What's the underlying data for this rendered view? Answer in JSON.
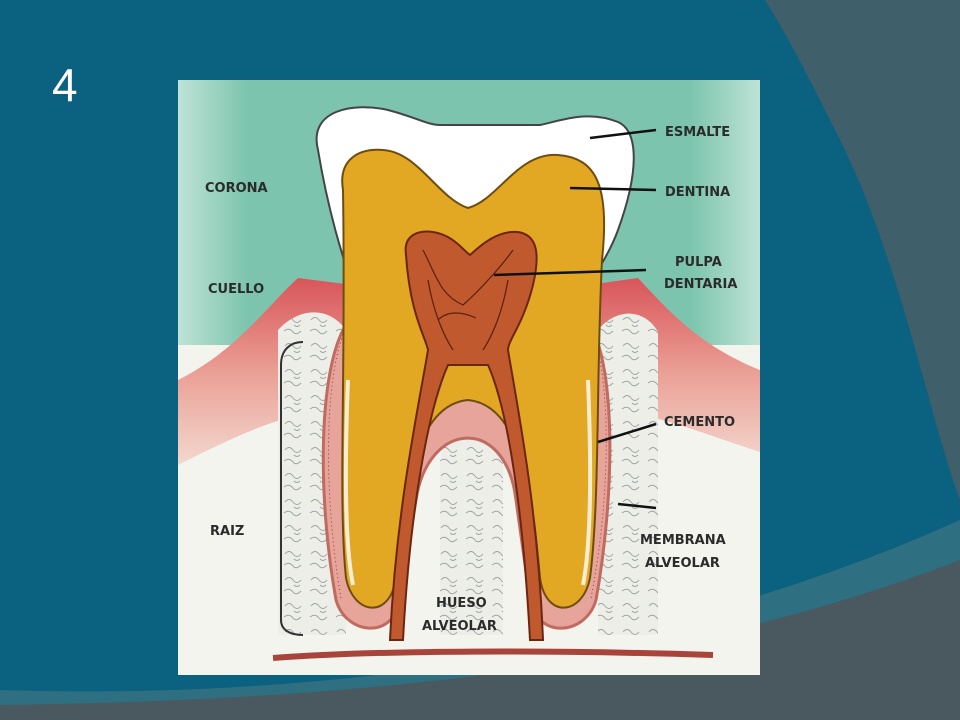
{
  "slide": {
    "number": "4"
  },
  "diagram": {
    "labels": {
      "corona": "CORONA",
      "cuello": "CUELLO",
      "raiz": "RAIZ",
      "esmalte": "ESMALTE",
      "dentina": "DENTINA",
      "pulpa_line1": "PULPA",
      "pulpa_line2": "DENTARIA",
      "cemento": "CEMENTO",
      "membrana_line1": "MEMBRANA",
      "membrana_line2": "ALVEOLAR",
      "hueso_line1": "HUESO",
      "hueso_line2": "ALVEOLAR"
    },
    "colors": {
      "slide_background": "#0b6180",
      "decor_gray": "#4a5960",
      "diagram_top_bg": "#7cc4ad",
      "enamel": "#ffffff",
      "dentin": "#e2a824",
      "pulp": "#c0592e",
      "gum": "#e28e86",
      "bone": "#f1f1ea"
    }
  }
}
